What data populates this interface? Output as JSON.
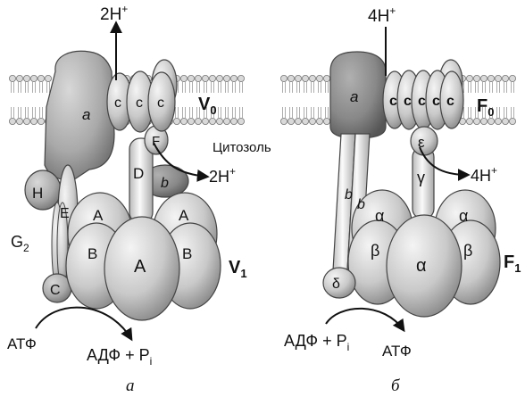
{
  "panel_a": {
    "proton_top": "2H",
    "proton_side": "2H",
    "sup_plus": "+",
    "membrane_sector": "V",
    "membrane_sector_sub": "0",
    "soluble_sector": "V",
    "soluble_sector_sub": "1",
    "cytosol": "Цитозоль",
    "subunit_a": "a",
    "subunit_c": "c",
    "subunit_F": "F",
    "subunit_D": "D",
    "subunit_b": "b",
    "subunit_H": "H",
    "subunit_E": "E",
    "subunit_G": "G",
    "subunit_G_sub": "2",
    "subunit_C": "C",
    "subunit_A": "A",
    "subunit_B": "B",
    "substrate": "АТФ",
    "products": "АДФ + P",
    "products_sub": "i",
    "panel_label": "а"
  },
  "panel_b": {
    "proton_top": "4H",
    "proton_side": "4H",
    "sup_plus": "+",
    "membrane_sector": "F",
    "membrane_sector_sub": "0",
    "soluble_sector": "F",
    "soluble_sector_sub": "1",
    "subunit_a": "a",
    "subunit_c": "c",
    "subunit_epsilon": "ε",
    "subunit_gamma": "γ",
    "subunit_b": "b",
    "subunit_alpha": "α",
    "subunit_beta": "β",
    "subunit_delta": "δ",
    "substrates": "АДФ + P",
    "substrates_sub": "i",
    "product": "АТФ",
    "panel_label": "б"
  }
}
